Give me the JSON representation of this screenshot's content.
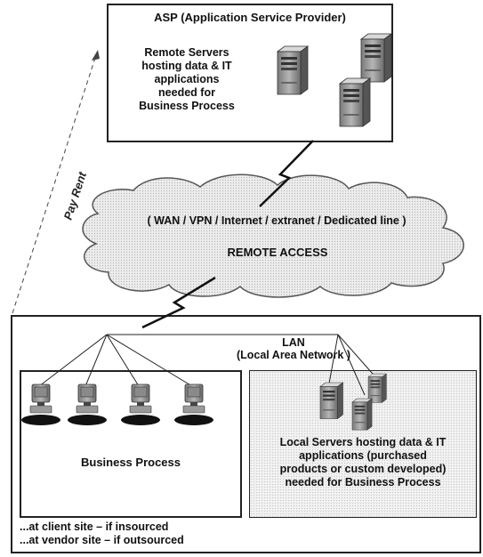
{
  "asp": {
    "title": "ASP (Application Service Provider)",
    "description": [
      "Remote Servers",
      "hosting data & IT",
      "applications",
      "needed for",
      "Business Process"
    ]
  },
  "network": {
    "line1": "( WAN / VPN / Internet / extranet / Dedicated line )",
    "line2": "REMOTE ACCESS"
  },
  "pay_rent": "Pay Rent",
  "lan": {
    "title": "LAN",
    "subtitle": "(Local Area Network )",
    "business_process": "Business Process",
    "local_servers": [
      "Local Servers hosting data & IT",
      "applications (purchased",
      "products or custom developed)",
      "needed for Business Process"
    ],
    "site_notes": [
      "...at client site – if insourced",
      "...at vendor site – if outsourced"
    ]
  }
}
